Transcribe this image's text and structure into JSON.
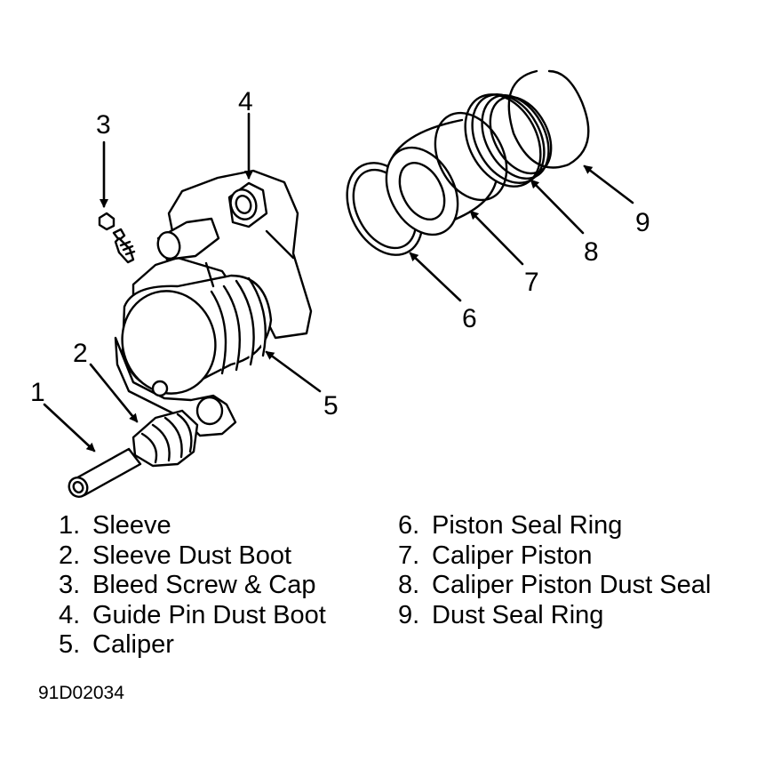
{
  "callouts": [
    "1",
    "2",
    "3",
    "4",
    "5",
    "6",
    "7",
    "8",
    "9"
  ],
  "legend": [
    {
      "num": "1.",
      "label": "Sleeve"
    },
    {
      "num": "2.",
      "label": "Sleeve Dust Boot"
    },
    {
      "num": "3.",
      "label": "Bleed Screw & Cap"
    },
    {
      "num": "4.",
      "label": "Guide Pin Dust Boot"
    },
    {
      "num": "5.",
      "label": "Caliper"
    },
    {
      "num": "6.",
      "label": "Piston Seal Ring"
    },
    {
      "num": "7.",
      "label": "Caliper Piston"
    },
    {
      "num": "8.",
      "label": "Caliper Piston Dust Seal"
    },
    {
      "num": "9.",
      "label": "Dust Seal Ring"
    }
  ],
  "figure_code": "91D02034",
  "colors": {
    "line": "#000000",
    "background": "#ffffff"
  }
}
